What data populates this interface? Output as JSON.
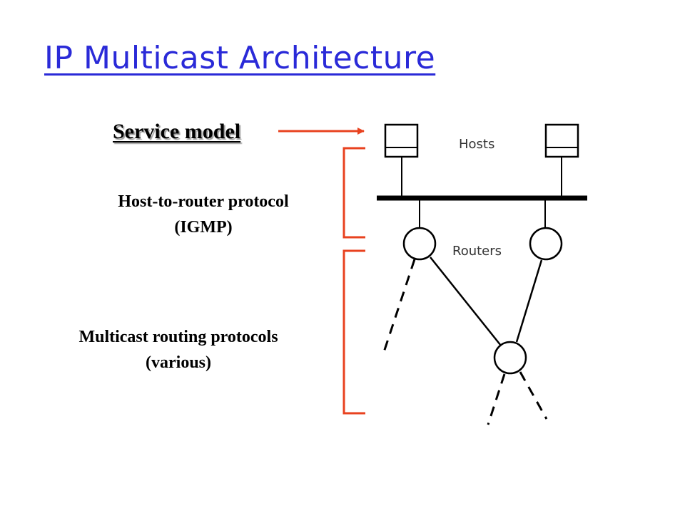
{
  "slide": {
    "title": "IP Multicast Architecture"
  },
  "labels": {
    "service_model": "Service model",
    "host_router_protocol": {
      "line1": "Host-to-router protocol",
      "line2": "(IGMP)"
    },
    "multicast_routing": {
      "line1": "Multicast routing protocols",
      "line2": "(various)"
    }
  },
  "diagram": {
    "hosts_label": "Hosts",
    "routers_label": "Routers"
  },
  "colors": {
    "title": "#2a2ad8",
    "bracket": "#e8421f",
    "line": "#000000"
  }
}
